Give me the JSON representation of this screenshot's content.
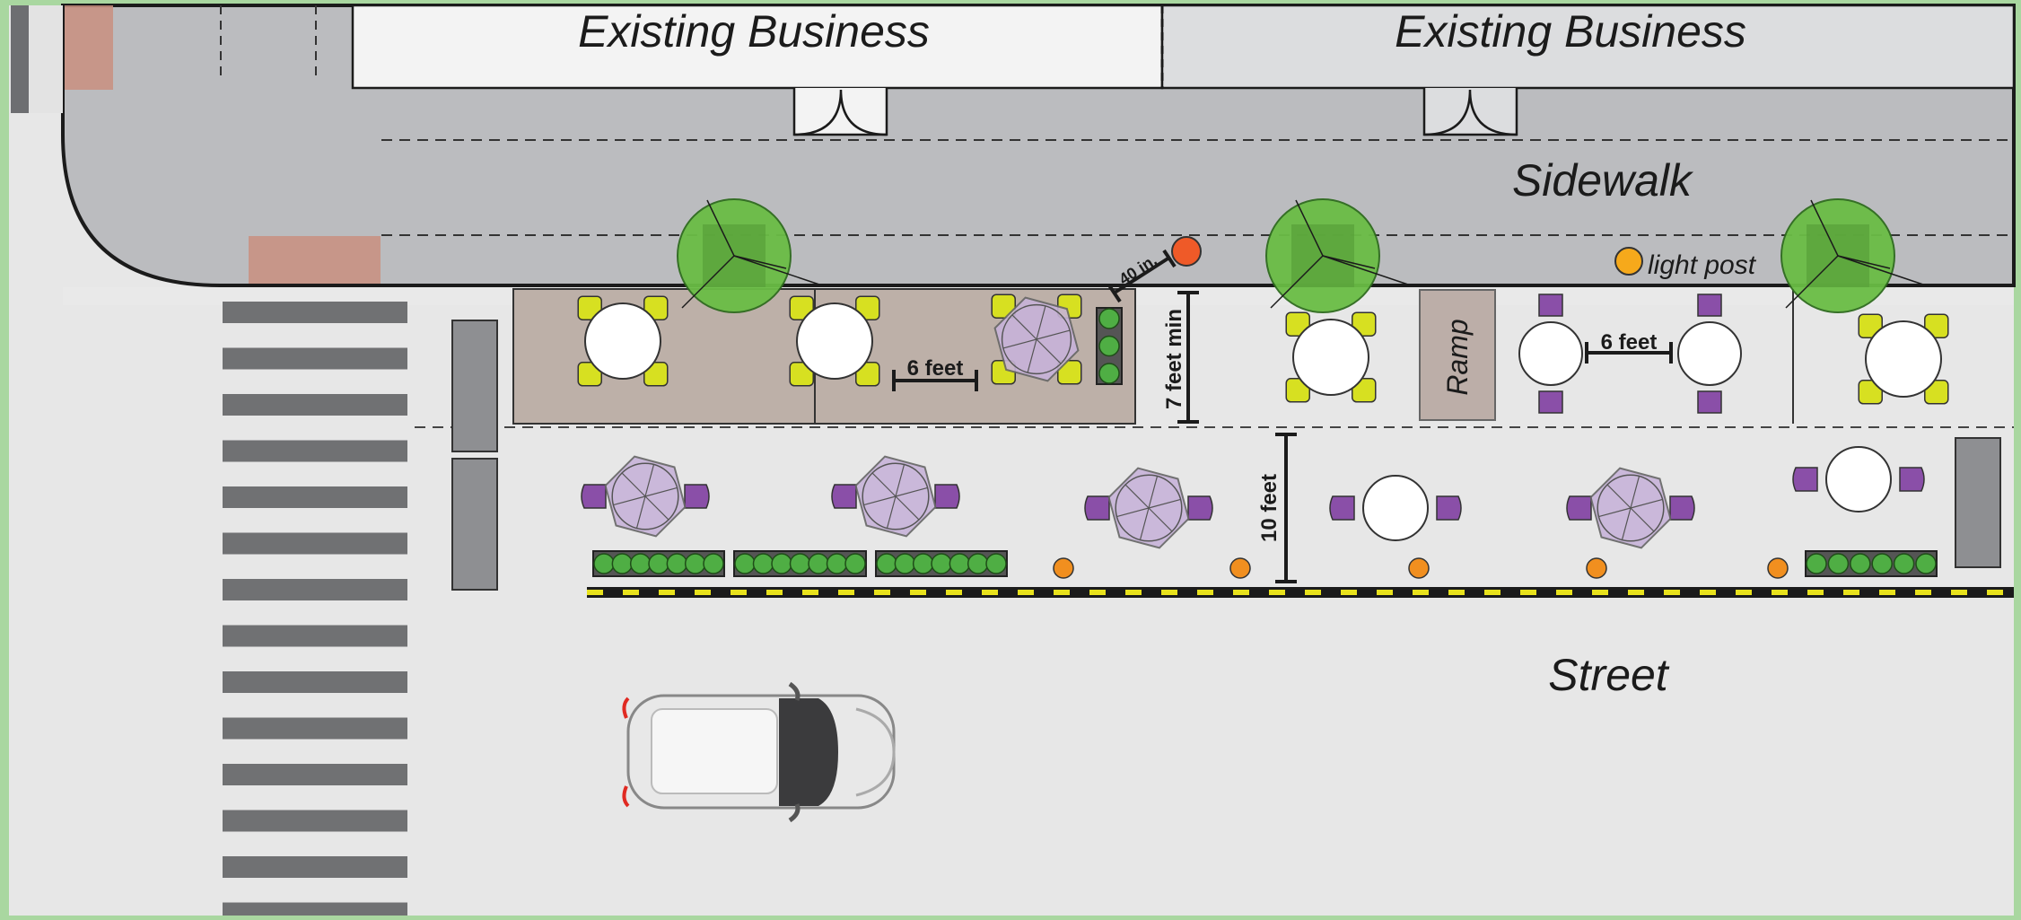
{
  "buildings": [
    {
      "label": "Existing Business"
    },
    {
      "label": "Existing Business"
    }
  ],
  "areas": {
    "sidewalk": "Sidewalk",
    "street": "Street",
    "ramp": "Ramp"
  },
  "annotations": {
    "light_post": "light post",
    "clearance_40": "40 in.",
    "spacing_a": "6 feet",
    "spacing_b": "6 feet",
    "sidewalk_min": "7 feet min",
    "parking_lane": "10 feet"
  },
  "colors": {
    "frame": "#a9d7a0",
    "pavement": "#bbbcbf",
    "street": "#e7e7e7",
    "curb_zone": "#ececec",
    "building_light": "#f3f3f3",
    "building_dark": "#dcdddf",
    "cafe_zone": "#bdb0a8",
    "crosswalk": "#707173",
    "tree": "#6abd45",
    "chair_yellow": "#d7e021",
    "chair_purple": "#8a4fa8",
    "umbrella": "#c7b3d9",
    "planter": "#4e8f3c",
    "bollard": "#f18f1f",
    "light_post": "#f6a91b",
    "hydrant": "#ef5a28",
    "lane_line": "#e8e21c",
    "barrier": "#8e8f92",
    "ramp": "#bcaea8"
  }
}
